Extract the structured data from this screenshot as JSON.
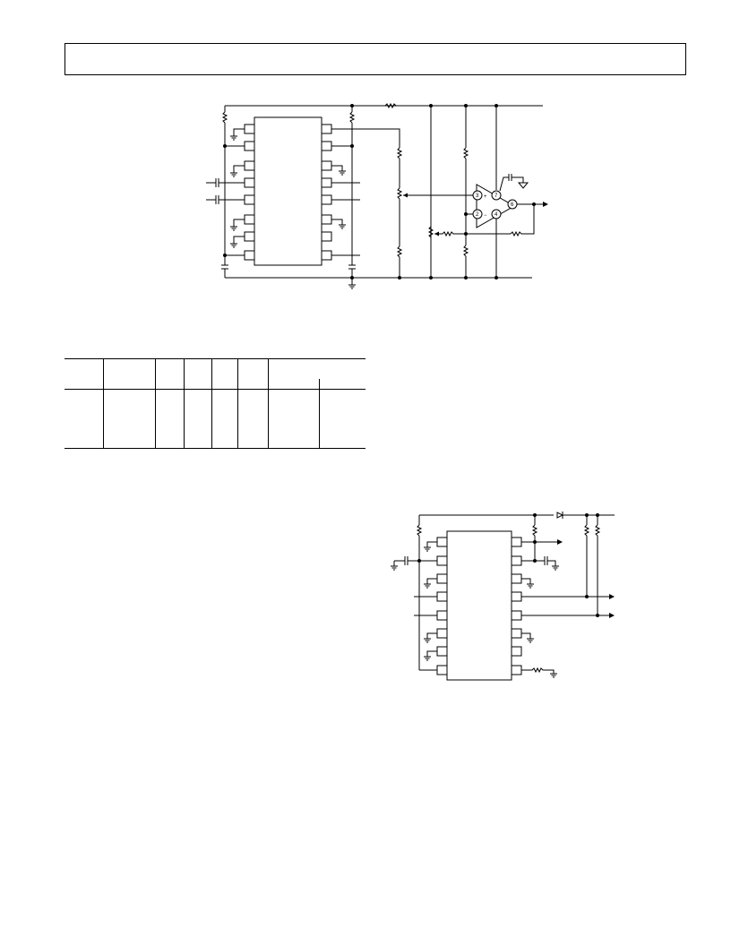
{
  "page": {
    "header_text": ""
  },
  "figure_top": {
    "op_amp_pins": [
      "3",
      "7",
      "6",
      "2",
      "4"
    ]
  }
}
